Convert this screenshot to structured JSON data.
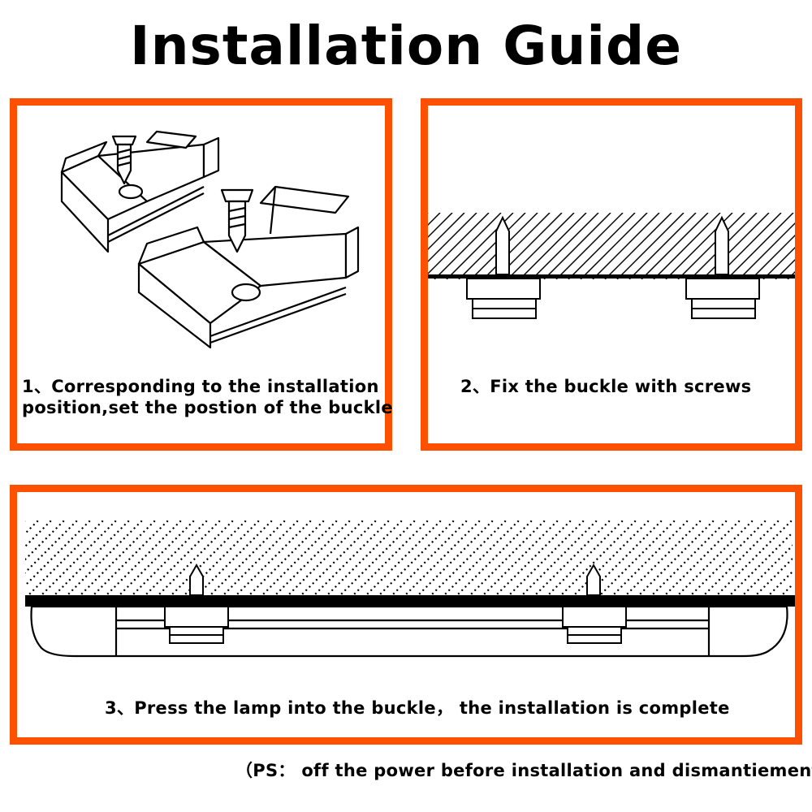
{
  "title": "Installation Guide",
  "steps": [
    {
      "caption_line1": "1、Corresponding to the installation",
      "caption_line2": "position,set the postion of the buckle"
    },
    {
      "caption_line1": "2、Fix the buckle with screws"
    },
    {
      "caption_line1": "3、Press the lamp into the buckle， the installation is complete"
    }
  ],
  "note": "（PS： off the power before installation and dismantiement）",
  "colors": {
    "frame": "#fe5000",
    "ink": "#000000"
  }
}
